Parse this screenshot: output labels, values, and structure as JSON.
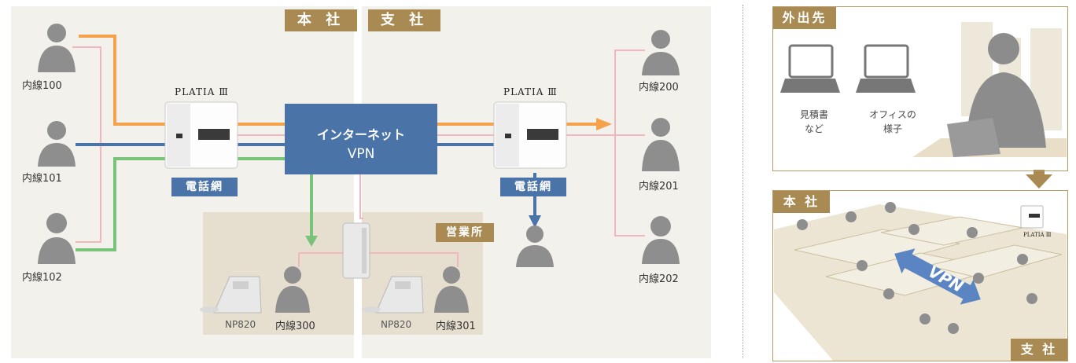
{
  "zones": {
    "honsha": "本 社",
    "shisha": "支 社",
    "eigyosho": "営業所"
  },
  "extensions": {
    "e100": "内線100",
    "e101": "内線101",
    "e102": "内線102",
    "e200": "内線200",
    "e201": "内線201",
    "e202": "内線202",
    "e300": "内線300",
    "e301": "内線301"
  },
  "devices": {
    "pbx_brand": "PLATIA Ⅲ",
    "phone_model": "NP820",
    "phone_network": "電話網"
  },
  "internet": {
    "title": "インターネット",
    "subtitle": "VPN"
  },
  "remote": {
    "title": "外出先",
    "laptop1_line1": "見積書",
    "laptop1_line2": "など",
    "laptop2_line1": "オフィスの",
    "laptop2_line2": "様子"
  },
  "office": {
    "hq_label": "本 社",
    "branch_label": "支 社",
    "vpn_label": "VPN",
    "pbx_small": "PLATIA Ⅲ"
  },
  "colors": {
    "orange": "#f5a24b",
    "pink": "#f2b7bd",
    "blue": "#4a74a8",
    "green": "#79c27a",
    "gold": "#a88a52",
    "person": "#8e8e8e"
  }
}
